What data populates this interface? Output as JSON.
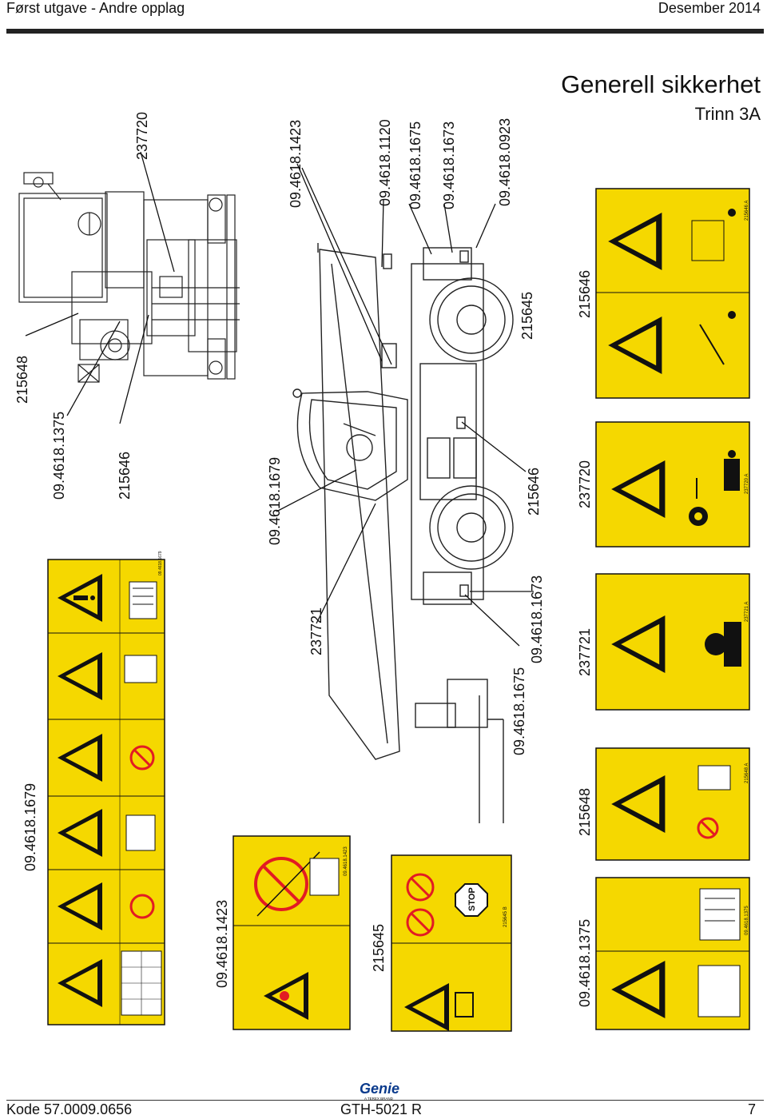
{
  "header": {
    "left": "Først utgave - Andre opplag",
    "right": "Desember 2014"
  },
  "title": {
    "main": "Generell sikkerhet",
    "sub": "Trinn 3A"
  },
  "callouts": {
    "top_237720": "237720",
    "left_215648": "215648",
    "left_1375": "09.4618.1375",
    "left_215646": "215646",
    "mid_1423": "09.4618.1423",
    "mid_1120": "09.4618.1120",
    "mid_1675a": "09.4618.1675",
    "mid_1673a": "09.4618.1673",
    "mid_0923": "09.4618.0923",
    "mid_215645": "215645",
    "mid_1679": "09.4618.1679",
    "mid_237721": "237721",
    "mid_215646": "215646",
    "mid_1673b": "09.4618.1673",
    "mid_1675b": "09.4618.1675"
  },
  "decals": {
    "d1679": {
      "label": "09.4618.1679",
      "code": "09.4618.1679"
    },
    "d1423": {
      "label": "09.4618.1423",
      "code": "09.4618.1423"
    },
    "d215645": {
      "label": "215645",
      "code": "215645  B"
    },
    "d215646": {
      "label": "215646",
      "code": "215646  A"
    },
    "d237720": {
      "label": "237720",
      "code": "237720  A"
    },
    "d237721": {
      "label": "237721",
      "code": "237721  A"
    },
    "d215648": {
      "label": "215648",
      "code": "215648  A"
    },
    "d1375": {
      "label": "09.4618.1375",
      "code": "09.4618.1375"
    },
    "stop_text": "STOP"
  },
  "logo": {
    "brand": "Genie",
    "tagline": "A TEREX BRAND"
  },
  "footer": {
    "left": "Kode 57.0009.0656",
    "center": "GTH-5021 R",
    "right": "7"
  },
  "colors": {
    "decal_yellow": "#f5d800",
    "warning_red": "#e21b23",
    "ink": "#111111",
    "logo_blue": "#0a3a8c"
  }
}
